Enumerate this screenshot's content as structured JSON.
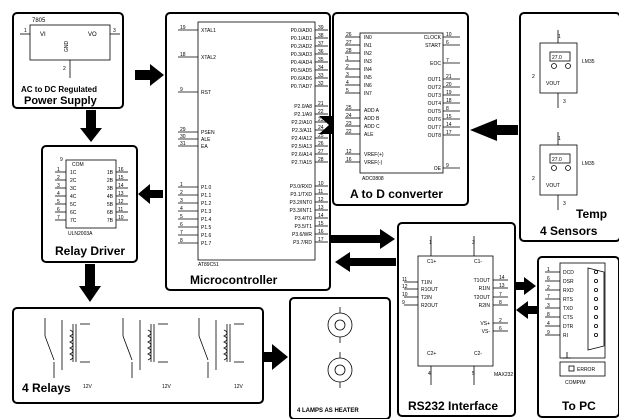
{
  "power_supply": {
    "ic": "7805",
    "vi": "VI",
    "vo": "VO",
    "gnd": "GND",
    "pin1": "1",
    "pin2": "2",
    "pin3": "3",
    "subtitle": "AC to DC Regulated",
    "title": "Power Supply"
  },
  "microcontroller": {
    "part": "AT89C51",
    "title": "Microcontroller",
    "left_pins": [
      {
        "num": "19",
        "name": "XTAL1"
      },
      {
        "num": "18",
        "name": "XTAL2"
      },
      {
        "num": "9",
        "name": "RST"
      },
      {
        "num": "29",
        "name": "PSEN"
      },
      {
        "num": "30",
        "name": "ALE"
      },
      {
        "num": "31",
        "name": "EA"
      },
      {
        "num": "1",
        "name": "P1.0"
      },
      {
        "num": "2",
        "name": "P1.1"
      },
      {
        "num": "3",
        "name": "P1.2"
      },
      {
        "num": "4",
        "name": "P1.3"
      },
      {
        "num": "5",
        "name": "P1.4"
      },
      {
        "num": "6",
        "name": "P1.5"
      },
      {
        "num": "7",
        "name": "P1.6"
      },
      {
        "num": "8",
        "name": "P1.7"
      }
    ],
    "right_pins": [
      {
        "num": "39",
        "name": "P0.0/AD0"
      },
      {
        "num": "38",
        "name": "P0.1/AD1"
      },
      {
        "num": "37",
        "name": "P0.2/AD2"
      },
      {
        "num": "36",
        "name": "P0.3/AD3"
      },
      {
        "num": "35",
        "name": "P0.4/AD4"
      },
      {
        "num": "34",
        "name": "P0.5/AD5"
      },
      {
        "num": "33",
        "name": "P0.6/AD6"
      },
      {
        "num": "32",
        "name": "P0.7/AD7"
      },
      {
        "num": "21",
        "name": "P2.0/A8"
      },
      {
        "num": "22",
        "name": "P2.1/A9"
      },
      {
        "num": "23",
        "name": "P2.2/A10"
      },
      {
        "num": "24",
        "name": "P2.3/A11"
      },
      {
        "num": "25",
        "name": "P2.4/A12"
      },
      {
        "num": "26",
        "name": "P2.5/A13"
      },
      {
        "num": "27",
        "name": "P2.6/A14"
      },
      {
        "num": "28",
        "name": "P2.7/A15"
      },
      {
        "num": "10",
        "name": "P3.0/RXD"
      },
      {
        "num": "11",
        "name": "P3.1/TXD"
      },
      {
        "num": "12",
        "name": "P3.2/INT0"
      },
      {
        "num": "13",
        "name": "P3.3/INT1"
      },
      {
        "num": "14",
        "name": "P3.4/T0"
      },
      {
        "num": "15",
        "name": "P3.5/T1"
      },
      {
        "num": "16",
        "name": "P3.6/WR"
      },
      {
        "num": "17",
        "name": "P3.7/RD"
      }
    ]
  },
  "adc": {
    "part": "ADC0808",
    "title": "A to D converter",
    "left_pins": [
      {
        "num": "26",
        "name": "IN0"
      },
      {
        "num": "27",
        "name": "IN1"
      },
      {
        "num": "28",
        "name": "IN2"
      },
      {
        "num": "1",
        "name": "IN3"
      },
      {
        "num": "2",
        "name": "IN4"
      },
      {
        "num": "3",
        "name": "IN5"
      },
      {
        "num": "4",
        "name": "IN6"
      },
      {
        "num": "5",
        "name": "IN7"
      },
      {
        "num": "25",
        "name": "ADD A"
      },
      {
        "num": "24",
        "name": "ADD B"
      },
      {
        "num": "23",
        "name": "ADD C"
      },
      {
        "num": "22",
        "name": "ALE"
      },
      {
        "num": "12",
        "name": "VREF(+)"
      },
      {
        "num": "16",
        "name": "VREF(-)"
      }
    ],
    "right_pins": [
      {
        "num": "10",
        "name": "CLOCK"
      },
      {
        "num": "6",
        "name": "START"
      },
      {
        "num": "7",
        "name": "EOC"
      },
      {
        "num": "21",
        "name": "OUT1"
      },
      {
        "num": "20",
        "name": "OUT2"
      },
      {
        "num": "19",
        "name": "OUT3"
      },
      {
        "num": "18",
        "name": "OUT4"
      },
      {
        "num": "8",
        "name": "OUT5"
      },
      {
        "num": "15",
        "name": "OUT6"
      },
      {
        "num": "14",
        "name": "OUT7"
      },
      {
        "num": "17",
        "name": "OUT8"
      },
      {
        "num": "9",
        "name": "OE"
      }
    ]
  },
  "temp": {
    "title": "Temp",
    "subtitle": "4 Sensors",
    "sensors": [
      {
        "reading": "27.0",
        "part": "LM35",
        "vout": "VOUT",
        "pin_top": "1",
        "pin_left": "2",
        "pin_bottom": "3"
      },
      {
        "reading": "27.0",
        "part": "LM35",
        "vout": "VOUT",
        "pin_top": "1",
        "pin_left": "2",
        "pin_bottom": "3"
      }
    ]
  },
  "relay_driver": {
    "part": "ULN2003A",
    "title": "Relay Driver",
    "com": "COM",
    "com_num": "9",
    "left_pins": [
      {
        "num": "1",
        "name": "1C"
      },
      {
        "num": "2",
        "name": "2C"
      },
      {
        "num": "3",
        "name": "3C"
      },
      {
        "num": "4",
        "name": "4C"
      },
      {
        "num": "5",
        "name": "5C"
      },
      {
        "num": "6",
        "name": "6C"
      },
      {
        "num": "7",
        "name": "7C"
      }
    ],
    "right_pins": [
      {
        "num": "16",
        "name": "1B"
      },
      {
        "num": "15",
        "name": "2B"
      },
      {
        "num": "14",
        "name": "3B"
      },
      {
        "num": "13",
        "name": "4B"
      },
      {
        "num": "12",
        "name": "5B"
      },
      {
        "num": "11",
        "name": "6B"
      },
      {
        "num": "10",
        "name": "7B"
      }
    ]
  },
  "rs232": {
    "part": "MAX232",
    "title": "RS232 Interface",
    "top": [
      {
        "num": "1",
        "name": "C1+"
      },
      {
        "num": "3",
        "name": "C1-"
      }
    ],
    "bottom": [
      {
        "num": "4",
        "name": "C2+"
      },
      {
        "num": "5",
        "name": "C2-"
      }
    ],
    "left_pins": [
      {
        "num": "11",
        "name": "T1IN"
      },
      {
        "num": "12",
        "name": "R1OUT"
      },
      {
        "num": "10",
        "name": "T2IN"
      },
      {
        "num": "9",
        "name": "R2OUT"
      }
    ],
    "right_pins": [
      {
        "num": "14",
        "name": "T1OUT"
      },
      {
        "num": "13",
        "name": "R1IN"
      },
      {
        "num": "7",
        "name": "T2OUT"
      },
      {
        "num": "8",
        "name": "R2IN"
      },
      {
        "num": "2",
        "name": "VS+"
      },
      {
        "num": "6",
        "name": "VS-"
      }
    ]
  },
  "pc": {
    "part": "COMPIM",
    "title": "To PC",
    "error": "ERROR",
    "pins": [
      {
        "num": "1",
        "name": "DCD"
      },
      {
        "num": "6",
        "name": "DSR"
      },
      {
        "num": "2",
        "name": "RXD"
      },
      {
        "num": "7",
        "name": "RTS"
      },
      {
        "num": "3",
        "name": "TXD"
      },
      {
        "num": "8",
        "name": "CTS"
      },
      {
        "num": "4",
        "name": "DTR"
      },
      {
        "num": "9",
        "name": "RI"
      }
    ]
  },
  "relays": {
    "title": "4 Relays",
    "voltages": [
      "12V",
      "12V",
      "12V"
    ]
  },
  "lamps": {
    "title": "4 LAMPS AS HEATER"
  }
}
